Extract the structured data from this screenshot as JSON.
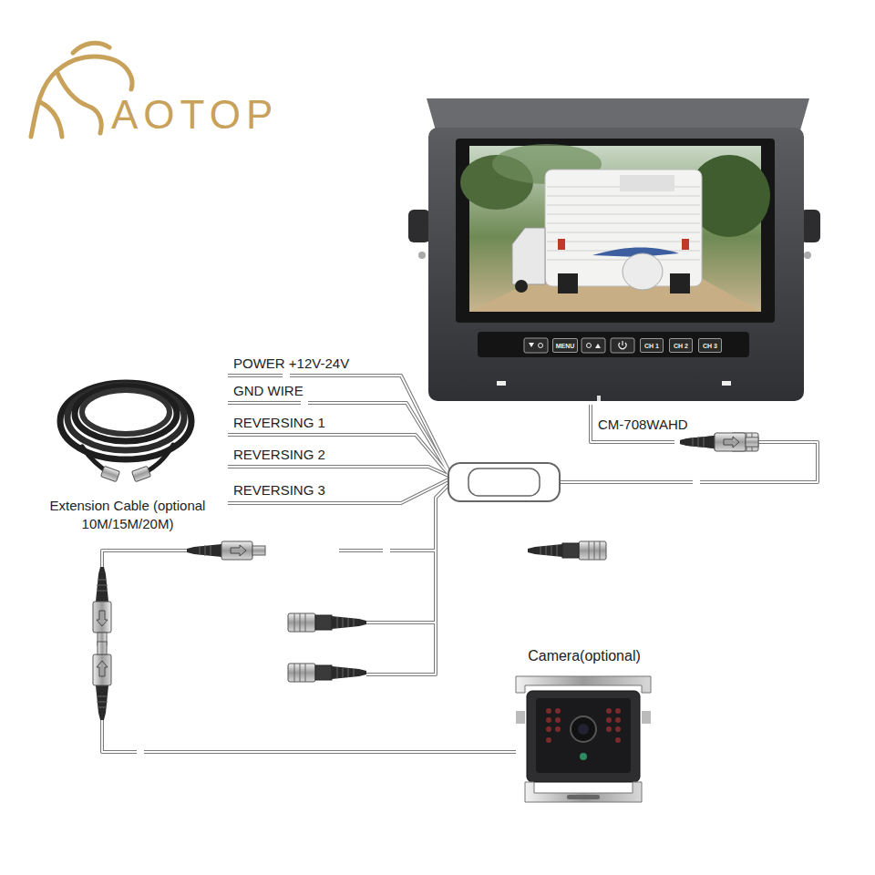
{
  "diagram": {
    "nodes": [
      {
        "text": [
          "MENU"
        ]
      },
      {
        "text": [
          "CH 1"
        ]
      },
      {
        "text": [
          "CH 2"
        ]
      },
      {
        "text": [
          "CH 3"
        ]
      }
    ],
    "labels": [
      "AOTOP",
      "POWER +12V-24V",
      "GND WIRE",
      "REVERSING 1",
      "REVERSING 2",
      "REVERSING 3",
      "CM-708WAHD",
      "Extension Cable (optional 10M/15M/20M)",
      "Camera(optional)"
    ]
  }
}
